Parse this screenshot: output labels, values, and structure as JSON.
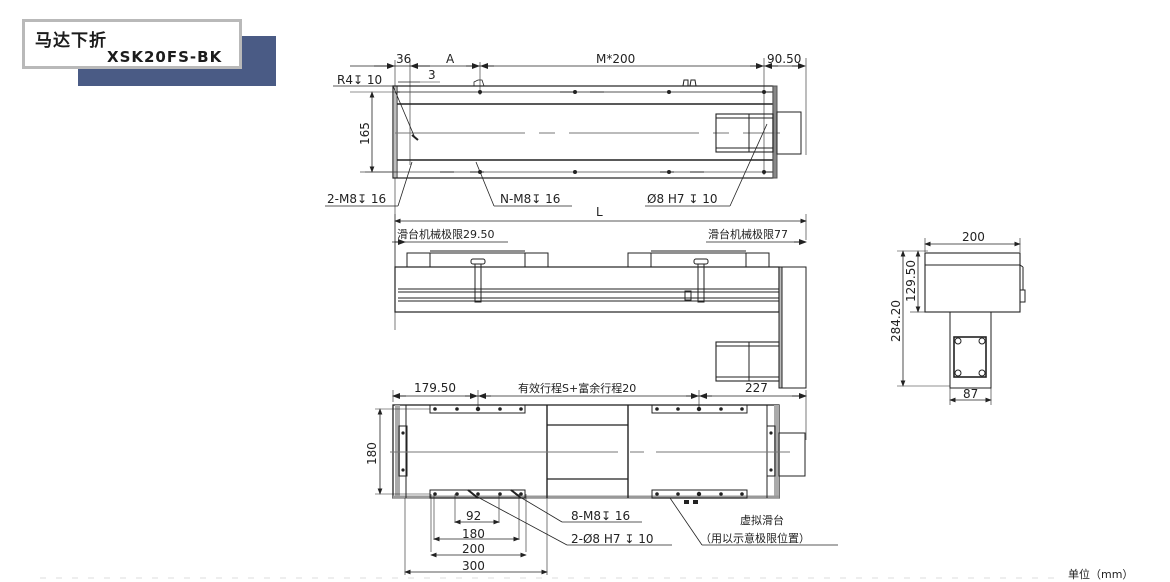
{
  "title": {
    "name_cn": "马达下折",
    "model": "XSK20FS-BK"
  },
  "unit_label": "单位（mm）",
  "top_view": {
    "dim_36": "36",
    "dim_A": "A",
    "dim_M200": "M*200",
    "dim_90_50": "90.50",
    "dim_3": "3",
    "dim_165": "165",
    "callout_r4": "R4↧ 10",
    "callout_2m8": "2-M8↧ 16",
    "callout_nm8": "N-M8↧ 16",
    "callout_pin": "Ø8 H7 ↧ 10"
  },
  "side_view": {
    "dim_L": "L",
    "limit_left": "滑台机械极限29.50",
    "limit_right": "滑台机械极限77"
  },
  "end_view": {
    "dim_200": "200",
    "dim_129_50": "129.50",
    "dim_284_20": "284.20",
    "dim_87": "87"
  },
  "bottom_view": {
    "dim_179_50": "179.50",
    "dim_stroke": "有效行程S+富余行程20",
    "dim_227": "227",
    "dim_180_side": "180",
    "dim_92": "92",
    "dim_180": "180",
    "dim_200": "200",
    "dim_300": "300",
    "callout_8m8": "8-M8↧ 16",
    "callout_2pin": "2-Ø8 H7 ↧ 10",
    "virtual_slide": "虚拟滑台",
    "virtual_slide_note": "（用以示意极限位置）"
  },
  "colors": {
    "line": "#222222",
    "grey_line": "#888888",
    "banner_shadow": "#4a5b85",
    "banner_border": "#b9b9b9"
  }
}
